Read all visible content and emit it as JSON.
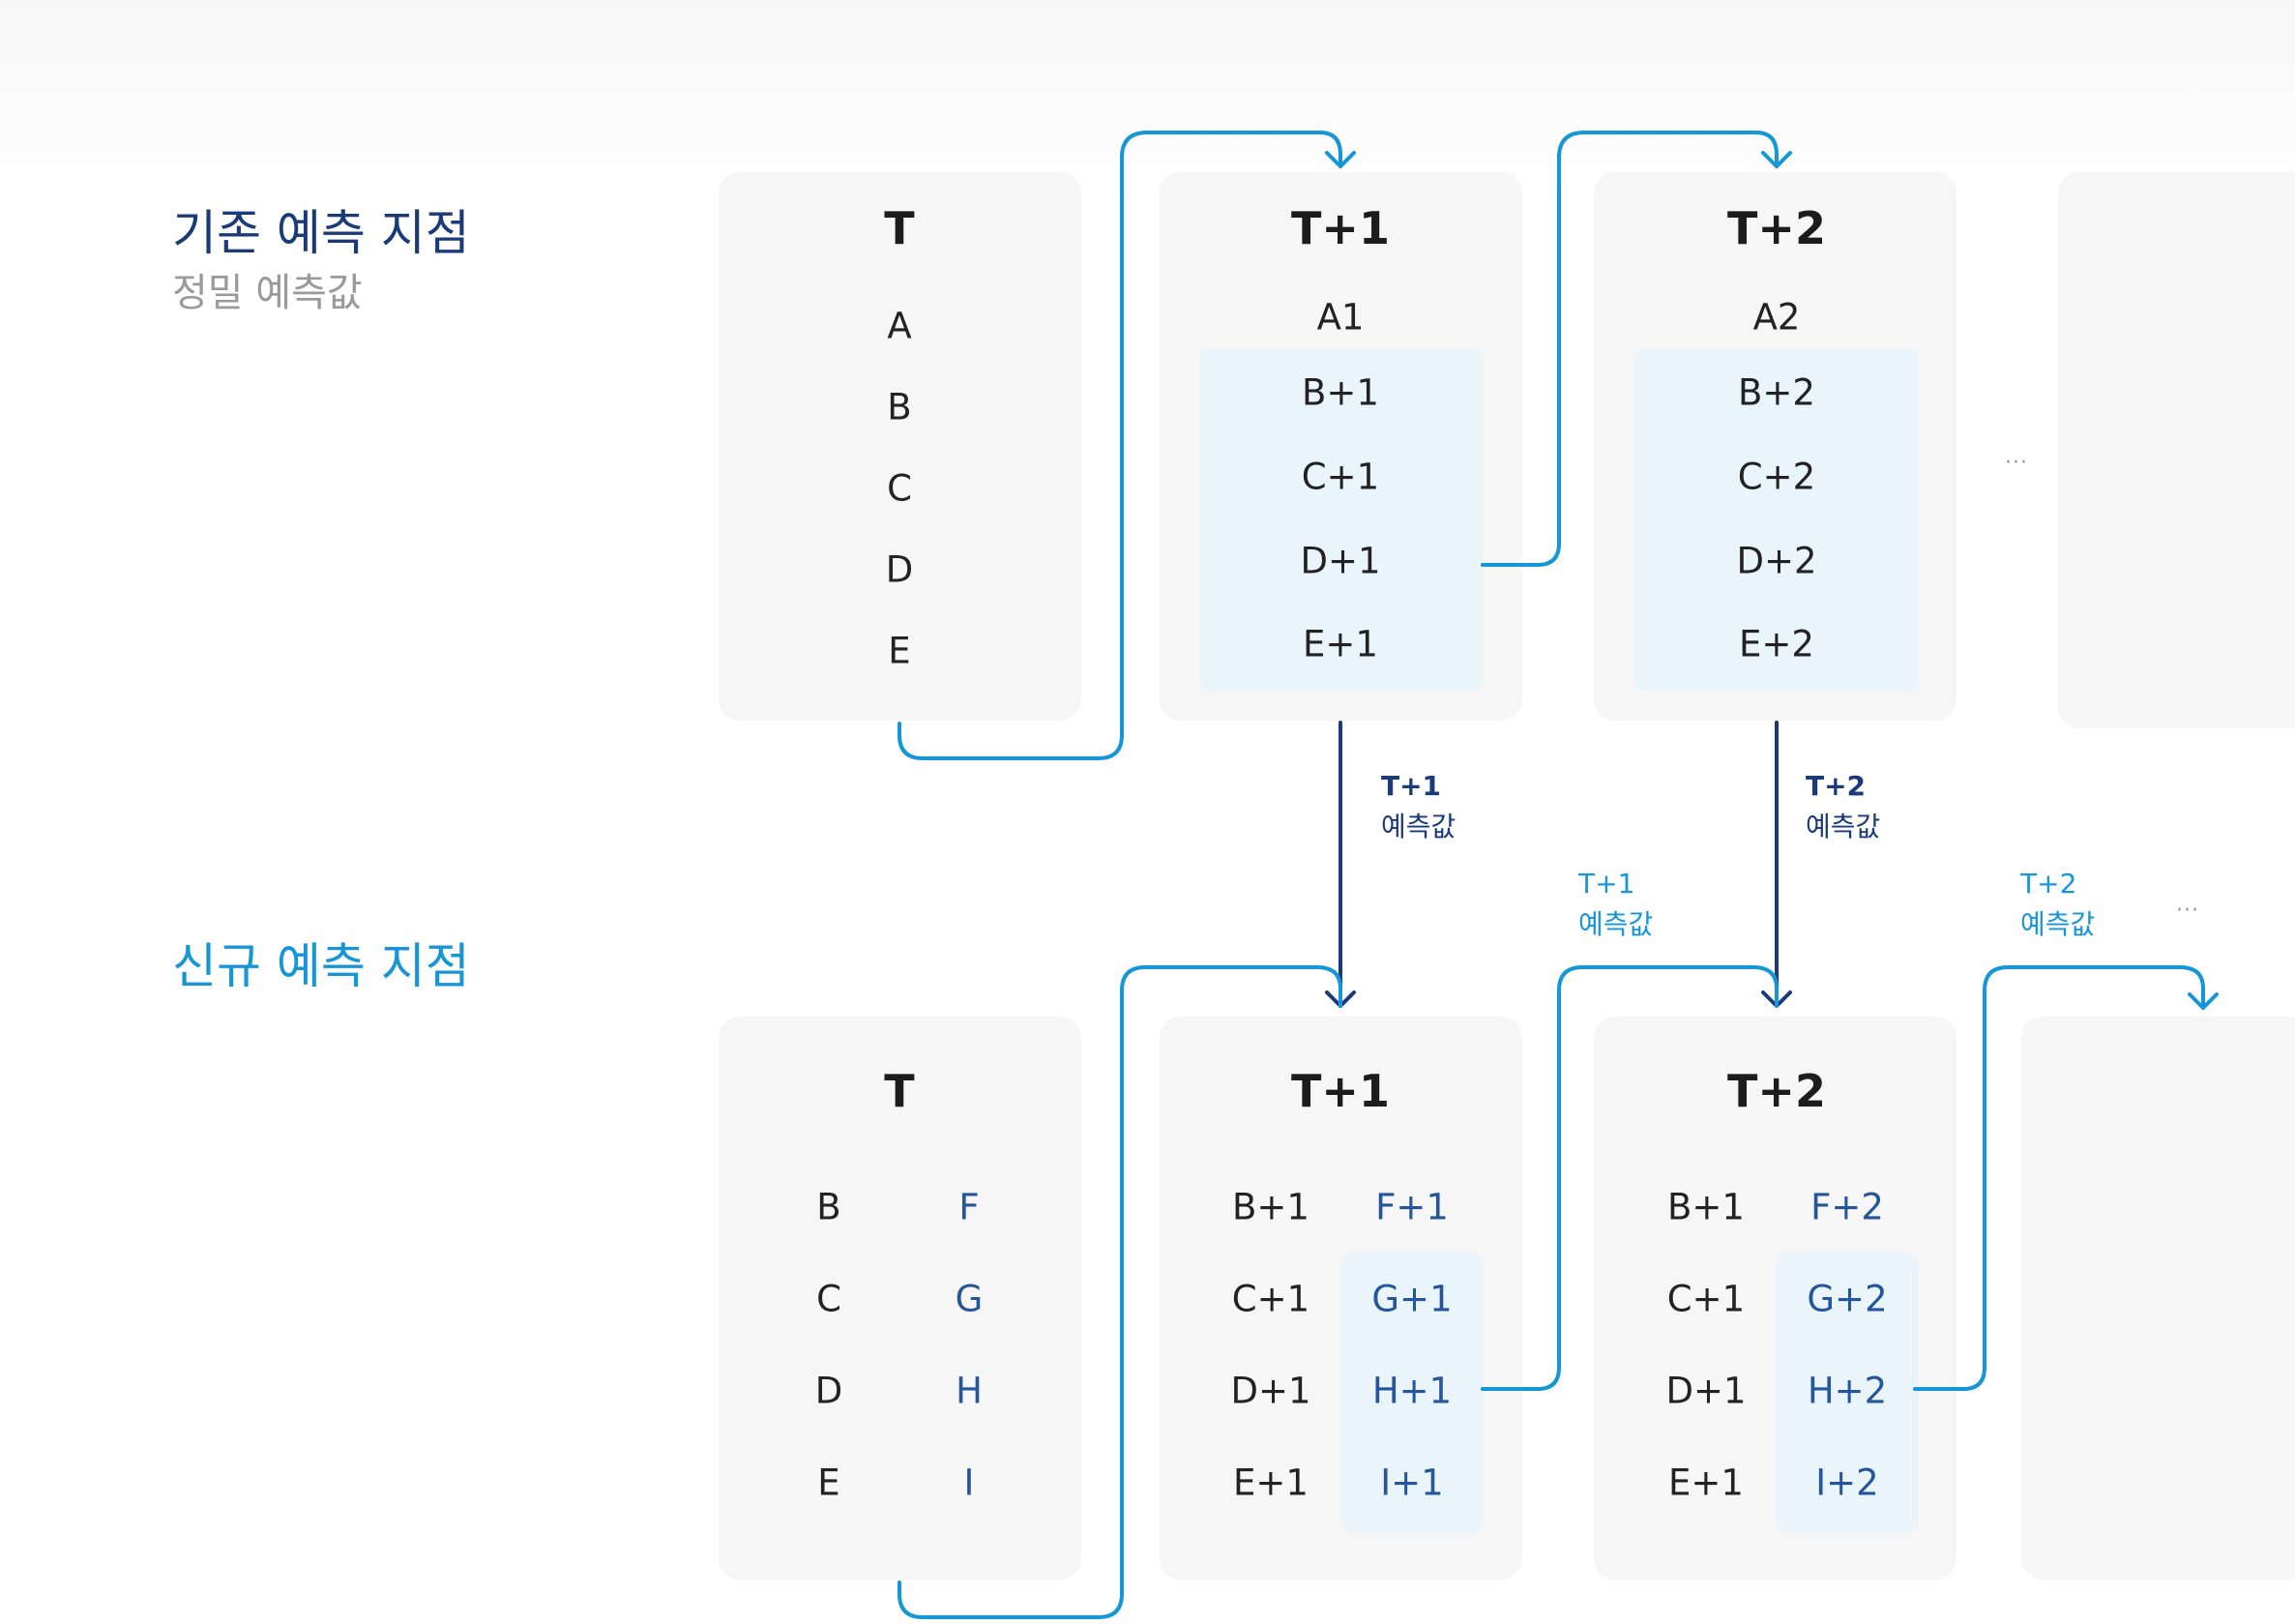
{
  "existing": {
    "heading": "기존 예측 지점",
    "subheading": "정밀 예측값",
    "columns": [
      {
        "title": "T",
        "items": [
          "A",
          "B",
          "C",
          "D",
          "E"
        ]
      },
      {
        "title": "T+1",
        "items": [
          "A1",
          "B+1",
          "C+1",
          "D+1",
          "E+1"
        ]
      },
      {
        "title": "T+2",
        "items": [
          "A2",
          "B+2",
          "C+2",
          "D+2",
          "E+2"
        ]
      }
    ],
    "ellipsis": "..."
  },
  "transfer": [
    {
      "line1": "T+1",
      "line2": "예측값"
    },
    {
      "line1": "T+2",
      "line2": "예측값"
    }
  ],
  "new": {
    "heading": "신규 예측 지점",
    "columns": [
      {
        "title": "T",
        "left": [
          "B",
          "C",
          "D",
          "E"
        ],
        "right": [
          "F",
          "G",
          "H",
          "I"
        ]
      },
      {
        "title": "T+1",
        "left": [
          "B+1",
          "C+1",
          "D+1",
          "E+1"
        ],
        "right": [
          "F+1",
          "G+1",
          "H+1",
          "I+1"
        ]
      },
      {
        "title": "T+2",
        "left": [
          "B+1",
          "C+1",
          "D+1",
          "E+1"
        ],
        "right": [
          "F+2",
          "G+2",
          "H+2",
          "I+2"
        ]
      }
    ],
    "feed": [
      {
        "line1": "T+1",
        "line2": "예측값"
      },
      {
        "line1": "T+2",
        "line2": "예측값"
      }
    ],
    "ellipsis": "..."
  },
  "colors": {
    "heading_existing": "#1a3a78",
    "heading_new": "#1596d6",
    "flow_arrow": "#1596d6",
    "transfer_arrow": "#1a3a78",
    "panel": "#f6f6f6",
    "highlight": "#e9f4fb"
  }
}
